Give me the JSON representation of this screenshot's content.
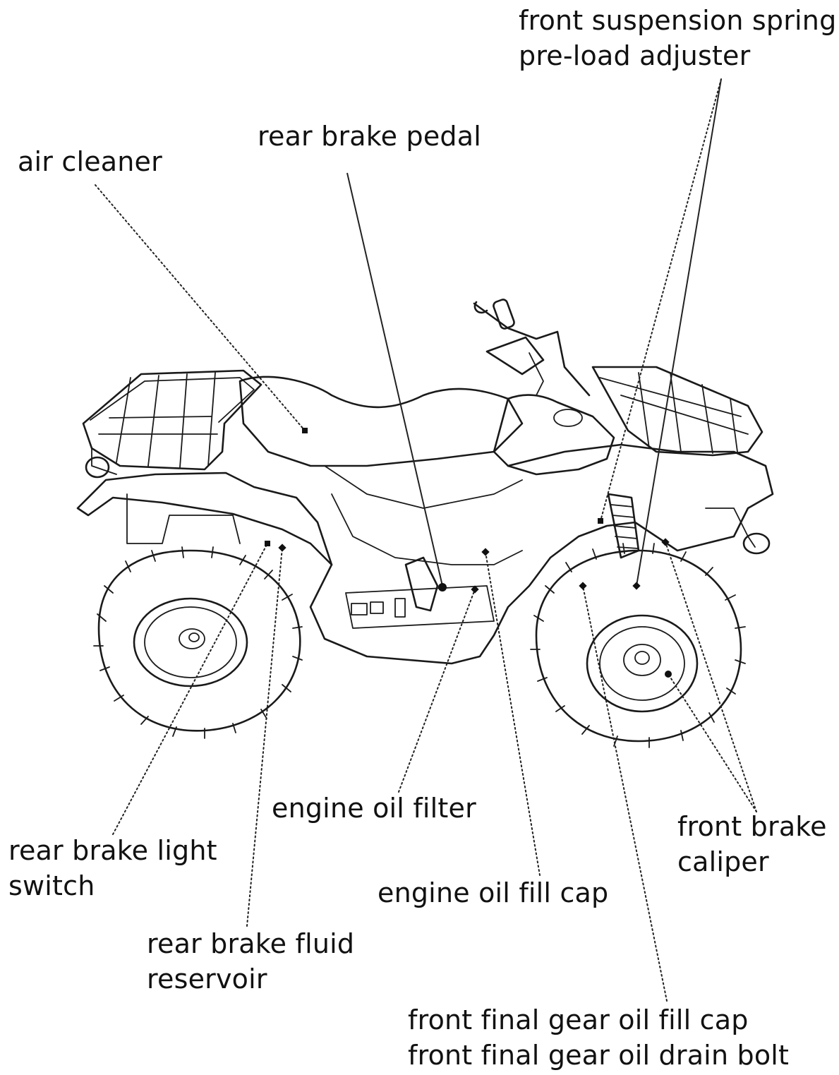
{
  "diagram": {
    "labels": {
      "front_suspension": [
        "front suspension spring",
        "pre-load adjuster"
      ],
      "rear_brake_pedal": [
        "rear brake pedal"
      ],
      "air_cleaner": [
        "air cleaner"
      ],
      "engine_oil_filter": [
        "engine oil filter"
      ],
      "front_brake_caliper": [
        "front brake",
        "caliper"
      ],
      "rear_brake_light_switch": [
        "rear brake light",
        "switch"
      ],
      "engine_oil_fill_cap": [
        "engine oil fill cap"
      ],
      "rear_brake_fluid_reservoir": [
        "rear brake fluid",
        "reservoir"
      ],
      "front_final_gear": [
        "front final gear oil fill cap",
        "front final gear oil drain bolt"
      ]
    }
  }
}
